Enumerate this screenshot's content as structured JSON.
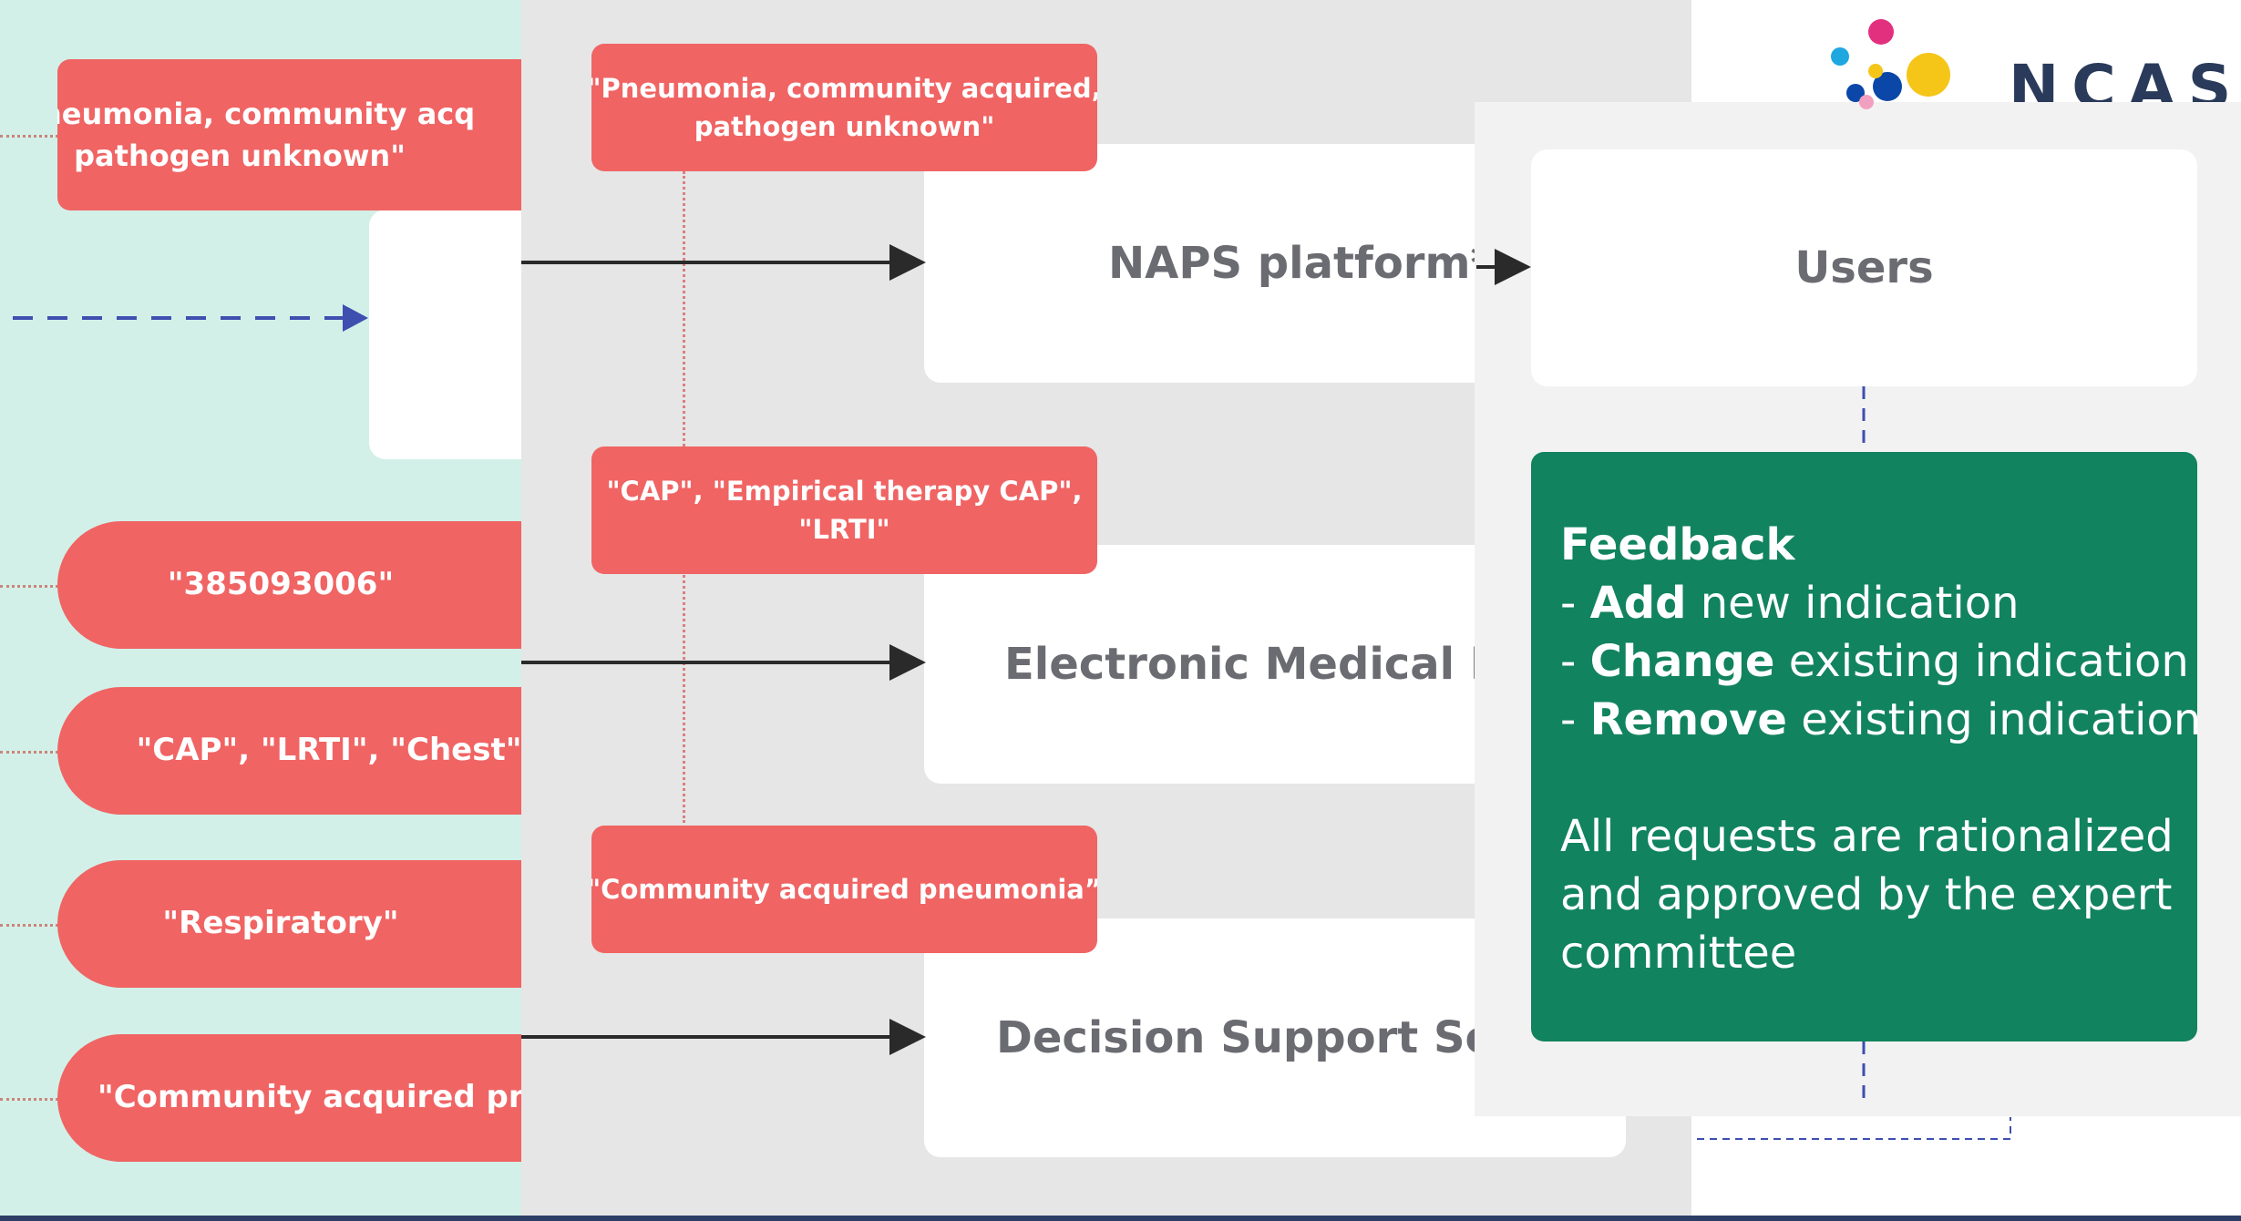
{
  "left_tags": [
    {
      "text": "\"Pneumonia, community acq\npathogen unknown\""
    },
    {
      "text": "\"385093006\""
    },
    {
      "text": "\"CAP\", \"LRTI\", \"Chest\""
    },
    {
      "text": "\"Respiratory\""
    },
    {
      "text": "\"Community acquired pneum"
    }
  ],
  "middle_tags": [
    {
      "text": "\"Pneumonia, community acquired,\npathogen unknown\""
    },
    {
      "text": "\"CAP\", \"Empirical therapy CAP\",\n\"LRTI\""
    },
    {
      "text": "\"Community acquired pneumonia”"
    }
  ],
  "systems": [
    {
      "label": "NAPS platform*"
    },
    {
      "label": "Electronic Medical Rec"
    },
    {
      "label": "Decision Support Softw"
    }
  ],
  "users": {
    "label": "Users"
  },
  "feedback": {
    "title": "Feedback",
    "items": [
      {
        "prefix": "- ",
        "bold": "Add",
        "rest": " new indication"
      },
      {
        "prefix": "- ",
        "bold": "Change",
        "rest": " existing indication"
      },
      {
        "prefix": "- ",
        "bold": "Remove",
        "rest": " existing indication"
      }
    ],
    "note_lines": [
      "All requests are rationalized",
      "and approved by the expert",
      "committee"
    ]
  },
  "logo": {
    "text": "NCAS",
    "colors": [
      "#e2307f",
      "#1fa7e0",
      "#f5c518",
      "#0a47a8",
      "#f2a0c0"
    ]
  },
  "colors": {
    "tag": "#f06464",
    "feedback": "#11835e",
    "mint": "#d2f0e8",
    "gray": "#e6e6e6",
    "arrow": "#2a2a2a",
    "dashed": "#3e4fb0"
  }
}
